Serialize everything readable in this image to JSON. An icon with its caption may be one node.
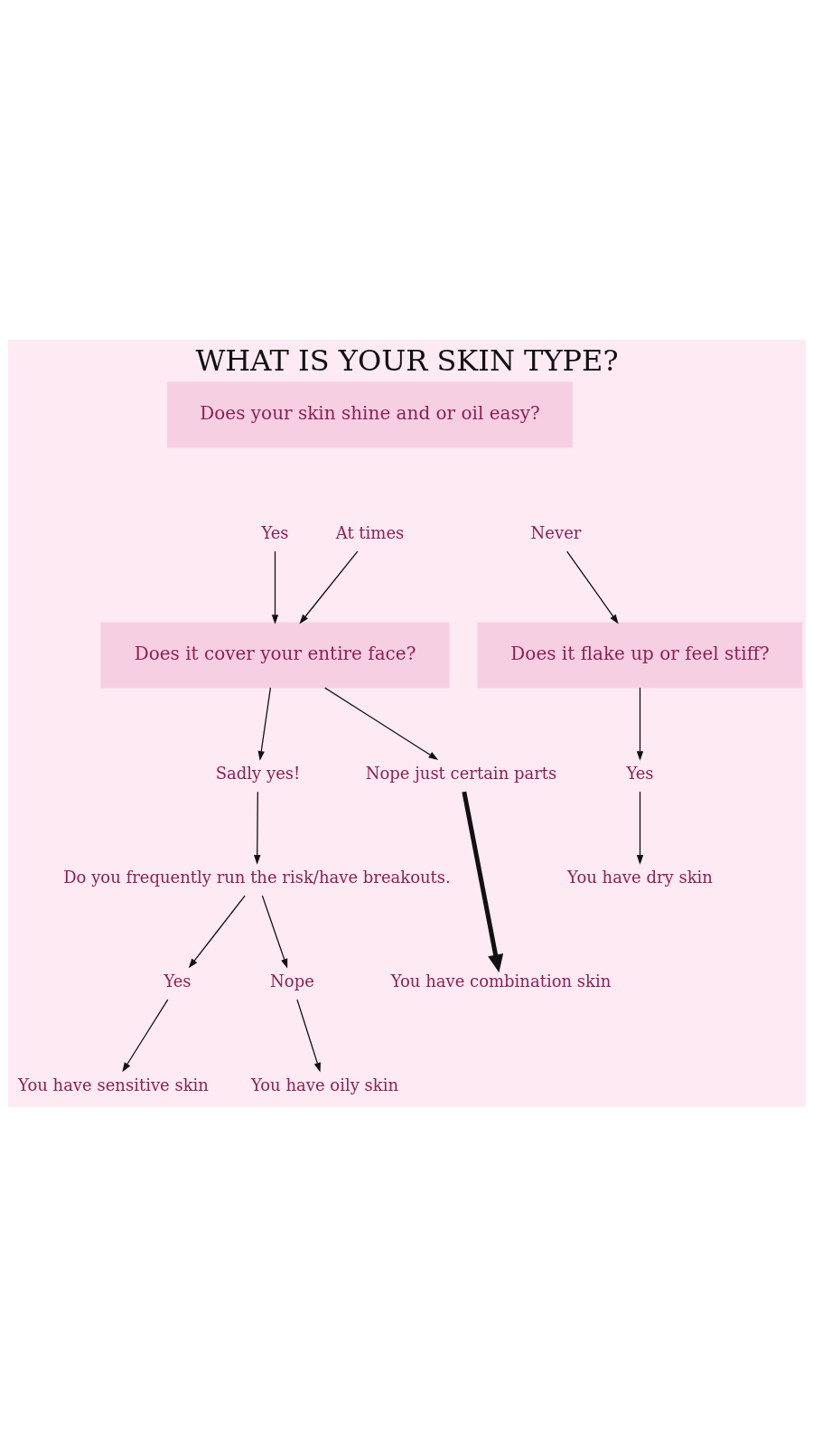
{
  "diagram": {
    "title": "WHAT IS YOUR SKIN TYPE?",
    "nodes": [
      {
        "text": [
          "Does your skin shine and or oil easy?"
        ]
      },
      {
        "text": [
          "Yes"
        ]
      },
      {
        "text": [
          "At times"
        ]
      },
      {
        "text": [
          "Never"
        ]
      },
      {
        "text": [
          "Does it cover your entire face?"
        ]
      },
      {
        "text": [
          "Does it flake up or feel stiff?"
        ]
      },
      {
        "text": [
          "Sadly yes!"
        ]
      },
      {
        "text": [
          "Nope just certain parts"
        ]
      },
      {
        "text": [
          "Yes"
        ]
      },
      {
        "text": [
          "Do you frequently run the risk/have breakouts."
        ]
      },
      {
        "text": [
          "You have dry skin"
        ]
      },
      {
        "text": [
          "Yes"
        ]
      },
      {
        "text": [
          "Nope"
        ]
      },
      {
        "text": [
          "You have combination skin"
        ]
      },
      {
        "text": [
          "You have sensitive skin"
        ]
      },
      {
        "text": [
          "You have oily skin"
        ]
      }
    ],
    "edges": [
      {
        "from": 1,
        "to": 4,
        "arrow": "to"
      },
      {
        "from": 2,
        "to": 4,
        "arrow": "to"
      },
      {
        "from": 3,
        "to": 5,
        "arrow": "to"
      },
      {
        "from": 4,
        "to": 6,
        "arrow": "to"
      },
      {
        "from": 4,
        "to": 7,
        "arrow": "to"
      },
      {
        "from": 5,
        "to": 8,
        "arrow": "to"
      },
      {
        "from": 6,
        "to": 9,
        "arrow": "to"
      },
      {
        "from": 8,
        "to": 10,
        "arrow": "to"
      },
      {
        "from": 7,
        "to": 13,
        "arrow": "to",
        "style": "thick"
      },
      {
        "from": 9,
        "to": 11,
        "arrow": "to"
      },
      {
        "from": 9,
        "to": 12,
        "arrow": "to"
      },
      {
        "from": 11,
        "to": 14,
        "arrow": "to"
      },
      {
        "from": 12,
        "to": 15,
        "arrow": "to"
      }
    ]
  }
}
